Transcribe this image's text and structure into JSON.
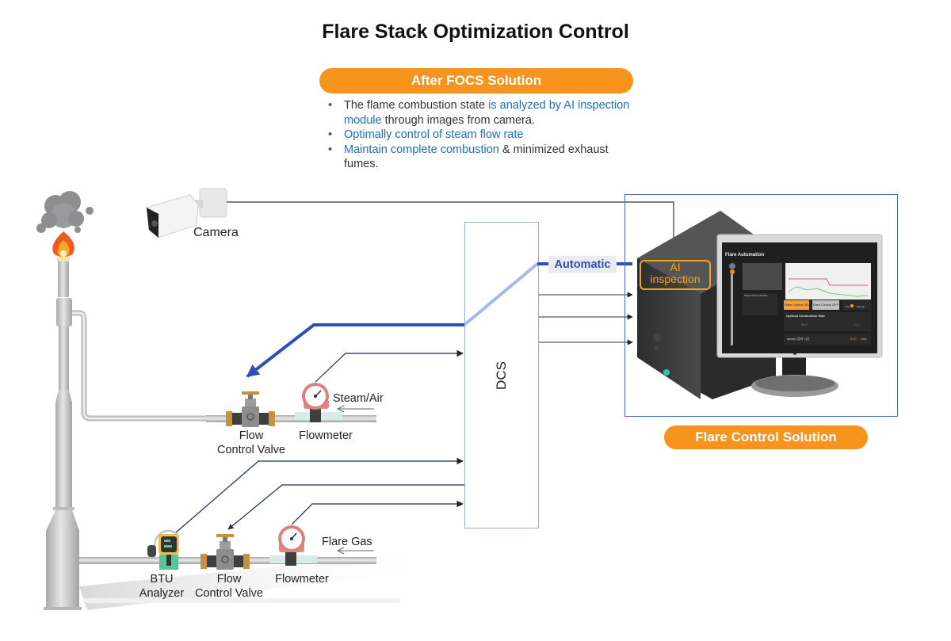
{
  "title": "Flare Stack Optimization Control",
  "after_solution": {
    "label": "After FOCS Solution",
    "bullets": [
      {
        "parts": [
          {
            "text": "The flame combustion state ",
            "highlight": false
          },
          {
            "text": "is analyzed by AI inspection module",
            "highlight": true
          },
          {
            "text": " through images from camera.",
            "highlight": false
          }
        ]
      },
      {
        "parts": [
          {
            "text": "Optimally control of steam flow rate",
            "highlight": true
          }
        ]
      },
      {
        "parts": [
          {
            "text": "Maintain complete combustion",
            "highlight": true
          },
          {
            "text": " & minimized exhaust fumes.",
            "highlight": false
          }
        ]
      }
    ],
    "b1a": "The flame combustion state ",
    "b1b": "is analyzed by AI inspection module",
    "b1c": " through images from camera.",
    "b2": "Optimally control of steam flow rate",
    "b3a": "Maintain complete combustion",
    "b3b": " & minimized exhaust fumes."
  },
  "components": {
    "camera": "Camera",
    "dcs": "DCS",
    "automatic": "Automatic",
    "ai_inspection_line1": "AI",
    "ai_inspection_line2": "inspection",
    "steam_valve_line1": "Flow",
    "steam_valve_line2": "Control Valve",
    "steam_flowmeter": "Flowmeter",
    "steam_air": "Steam/Air",
    "btu_line1": "BTU",
    "btu_line2": "Analyzer",
    "gas_valve_line1": "Flow",
    "gas_valve_line2": "Control Valve",
    "gas_flowmeter": "Flowmeter",
    "flare_gas": "Flare Gas"
  },
  "solution_label": "Flare Control Solution",
  "monitor_screen": {
    "title": "Flare Automation",
    "steam_controller": "Steam Flow Controller",
    "flare_gas_flow": "Flare Gas Flow",
    "btn_on": "Flare Control ON",
    "btn_off": "Flare Control OFF",
    "mode_label": "Flare Control Mode",
    "mode_auto": "Auto",
    "mode_manual": "Manual",
    "optimal_rate": "Optimal Combustion Rate",
    "smoke_label": "smoke 감지 시간",
    "smoke_unit": "min",
    "target_value": "30.0",
    "current_value": "29.7",
    "smoke_value": "0.00",
    "percent": "%"
  },
  "colors": {
    "accent_orange": "#f7941d",
    "automatic_blue": "#2f4fb8",
    "highlight_blue": "#1f6db5",
    "frame_blue": "#4b6cc1"
  }
}
